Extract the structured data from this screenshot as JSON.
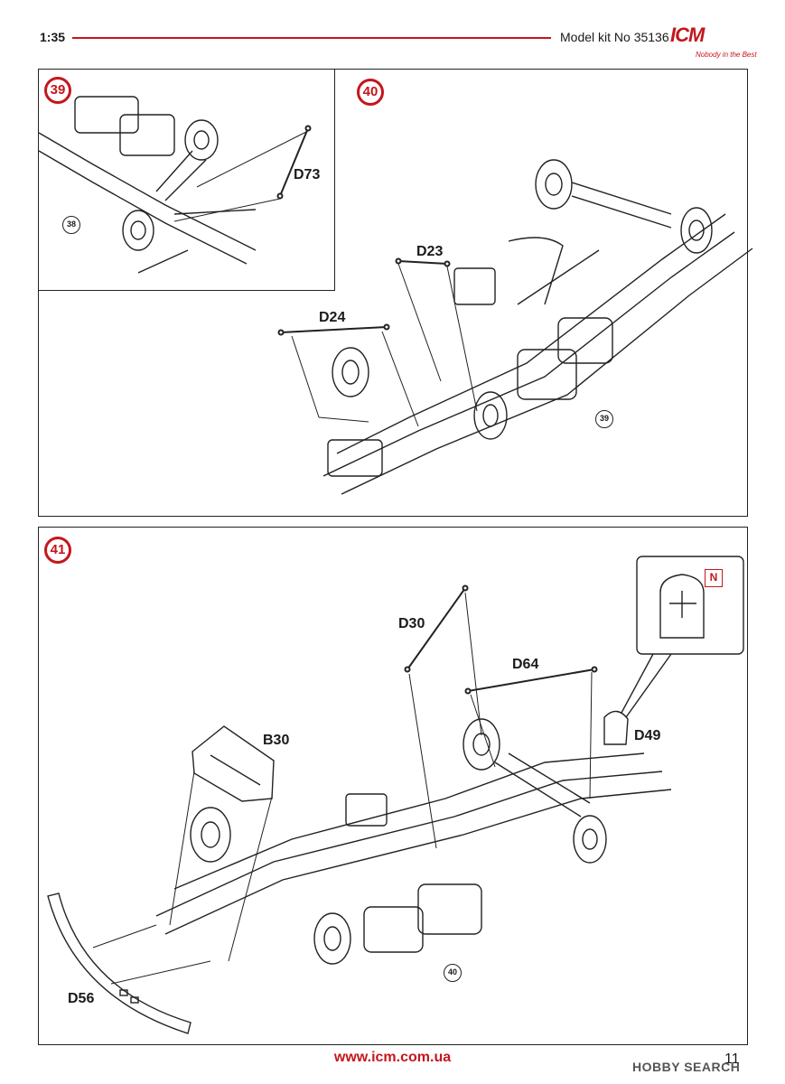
{
  "header": {
    "scale": "1:35",
    "kit_label": "Model kit No 35136",
    "logo_text": "ICM",
    "logo_tagline": "Nobody in the Best",
    "accent_color": "#c4161c"
  },
  "steps": [
    {
      "number": "39",
      "parts": [
        "D73"
      ],
      "refs": [
        "38"
      ]
    },
    {
      "number": "40",
      "parts": [
        "D23",
        "D24"
      ],
      "refs": [
        "39"
      ]
    },
    {
      "number": "41",
      "parts": [
        "D30",
        "D64",
        "B30",
        "D49",
        "D56"
      ],
      "refs": [
        "40"
      ],
      "detail_label": "N"
    }
  ],
  "footer": {
    "url": "www.icm.com.ua",
    "page_number": "11",
    "watermark": "HOBBY SEARCH"
  }
}
